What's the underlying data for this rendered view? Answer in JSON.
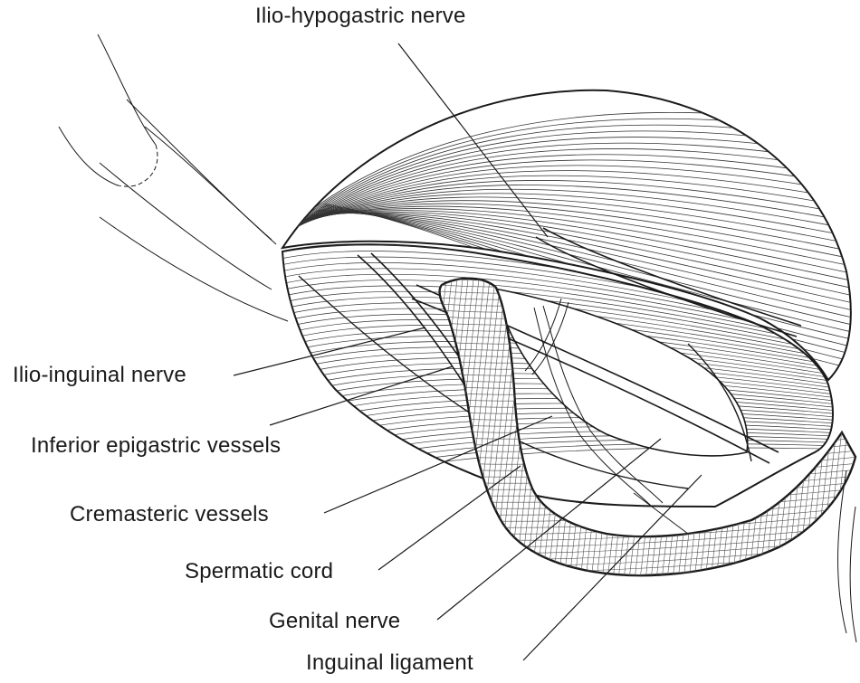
{
  "labels": {
    "ilio_hypogastric_nerve": "Ilio-hypogastric nerve",
    "ilio_inguinal_nerve": "Ilio-inguinal nerve",
    "inferior_epigastric_vessels": "Inferior epigastric vessels",
    "cremasteric_vessels": "Cremasteric vessels",
    "spermatic_cord": "Spermatic cord",
    "genital_nerve": "Genital nerve",
    "inguinal_ligament": "Inguinal ligament"
  },
  "colors": {
    "ink": "#1a1a1a",
    "background": "#ffffff"
  }
}
